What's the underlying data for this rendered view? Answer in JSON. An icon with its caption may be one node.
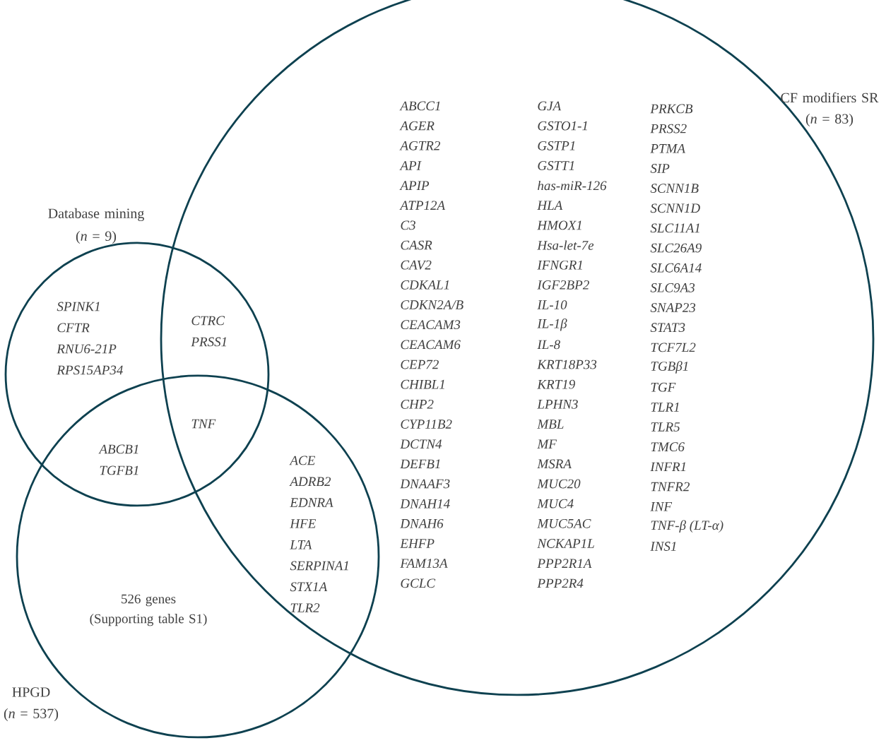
{
  "diagram": {
    "nodes": [
      {
        "text": [
          "Database mining",
          "(*n* = 9)"
        ]
      },
      {
        "text": [
          "HPGD",
          "(*n* = 537)"
        ]
      },
      {
        "text": [
          "CF modifiers SR",
          "(*n* = 83)"
        ]
      }
    ],
    "labels": [
      "SPINK1",
      "CFTR",
      "RNU6-21P",
      "RPS15AP34",
      "CTRC",
      "PRSS1",
      "TNF",
      "ABCB1",
      "TGFB1",
      "ACE",
      "ADRB2",
      "EDNRA",
      "HFE",
      "LTA",
      "SERPINA1",
      "STX1A",
      "TLR2",
      "526 genes (Supporting table S1)",
      "ABCC1",
      "AGER",
      "AGTR2",
      "API",
      "APIP",
      "ATP12A",
      "C3",
      "CASR",
      "CAV2",
      "CDKAL1",
      "CDKN2A/B",
      "CEACAM3",
      "CEACAM6",
      "CEP72",
      "CHIBL1",
      "CHP2",
      "CYP11B2",
      "DCTN4",
      "DEFB1",
      "DNAAF3",
      "DNAH14",
      "DNAH6",
      "EHFP",
      "FAM13A",
      "GCLC",
      "GJA",
      "GSTO1-1",
      "GSTP1",
      "GSTT1",
      "has-miR-126",
      "HLA",
      "HMOX1",
      "Hsa-let-7e",
      "IFNGR1",
      "IGF2BP2",
      "IL-10",
      "IL-1β",
      "IL-8",
      "KRT18P33",
      "KRT19",
      "LPHN3",
      "MBL",
      "MF",
      "MSRA",
      "MUC20",
      "MUC4",
      "MUC5AC",
      "NCKAP1L",
      "PPP2R1A",
      "PPP2R4",
      "PRKCB",
      "PRSS2",
      "PTMA",
      "SIP",
      "SCNN1B",
      "SCNN1D",
      "SLC11A1",
      "SLC26A9",
      "SLC6A14",
      "SLC9A3",
      "SNAP23",
      "STAT3",
      "TCF7L2",
      "TGBβ1",
      "TGF",
      "TLR1",
      "TLR5",
      "TMC6",
      "INFR1",
      "TNFR2",
      "INF",
      "TNF-β (LT-α)",
      "INS1"
    ]
  }
}
